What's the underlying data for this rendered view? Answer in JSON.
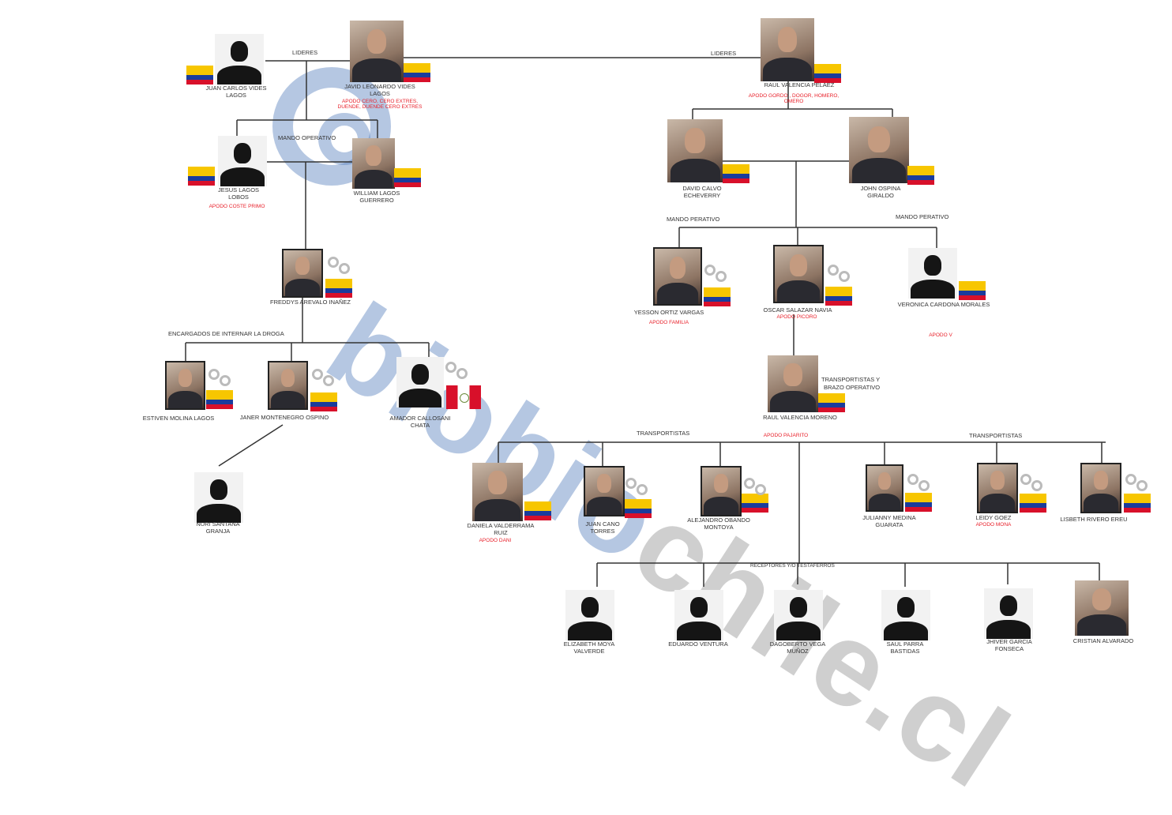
{
  "watermark": {
    "text_a": "biobio",
    "text_b": "chile.cl"
  },
  "group_labels": {
    "lideres_left": "LIDERES",
    "lideres_right": "LIDERES",
    "mando_operativo": "MANDO OPERATIVO",
    "mando_peratvo_left": "MANDO PERATIVO",
    "mando_peratvo_right": "MANDO PERATIVO",
    "encargados": "ENCARGADOS DE INTERNAR LA DROGA",
    "transportistas_brazo_1": "TRANSPORTISTAS Y",
    "transportistas_brazo_2": "BRAZO OPERATIVO",
    "transportistas_left": "TRANSPORTISTAS",
    "transportistas_right": "TRANSPORTISTAS",
    "receptores": "RECEPTORES Y/O TESTAFERROS"
  },
  "colors": {
    "apodo": "#e8202a",
    "flag_colombia": [
      "#f7c600",
      "#1a3c9c",
      "#d8102a"
    ],
    "flag_peru": [
      "#d8102a",
      "#ffffff"
    ]
  },
  "people": [
    {
      "name": "JUAN CARLOS VIDES LAGOS",
      "photo": "silhouette",
      "flag": "colombia",
      "detained": false
    },
    {
      "name": "JAVID LEONARDO VIDES LAGOS",
      "apodo": "APODO CERO, CERO EXTRES, DUENDE, DUENDE CERO EXTRES",
      "photo": "photo",
      "flag": "colombia",
      "detained": false
    },
    {
      "name": "RAUL VALENCIA PELAEZ",
      "apodo": "APODO GORDO , DOGOR, HOMERO, OMERO",
      "photo": "photo",
      "flag": "colombia",
      "detained": false
    },
    {
      "name": "JESUS LAGOS LOBOS",
      "apodo": "APODO COSTE PRIMO",
      "photo": "silhouette",
      "flag": "colombia",
      "detained": false
    },
    {
      "name": "WILLIAM LAGOS GUERRERO",
      "photo": "photo",
      "flag": "colombia",
      "detained": false
    },
    {
      "name": "FREDDYS AREVALO INAÑEZ",
      "photo": "photo",
      "flag": "colombia",
      "detained": true
    },
    {
      "name": "ESTIVEN MOLINA LAGOS",
      "photo": "photo",
      "flag": "colombia",
      "detained": true
    },
    {
      "name": "JANER MONTENEGRO OSPINO",
      "photo": "photo",
      "flag": "colombia",
      "detained": true
    },
    {
      "name": "AMADOR CALLOSANI CHATA",
      "photo": "silhouette",
      "flag": "peru",
      "detained": true
    },
    {
      "name": "NURI SANTANA GRANJA",
      "photo": "silhouette",
      "flag": "",
      "detained": false
    },
    {
      "name": "DAVID CALVO ECHEVERRY",
      "photo": "photo",
      "flag": "colombia",
      "detained": false
    },
    {
      "name": "JOHN OSPINA GIRALDO",
      "photo": "photo",
      "flag": "colombia",
      "detained": false
    },
    {
      "name": "YESSON ORTIZ VARGAS",
      "apodo": "APODO FAMILIA",
      "photo": "photo",
      "flag": "colombia",
      "detained": true
    },
    {
      "name": "OSCAR SALAZAR NAVIA",
      "apodo": "APODO PICORO",
      "photo": "photo",
      "flag": "colombia",
      "detained": true
    },
    {
      "name": "VERONICA CARDONA   MORALES",
      "apodo": "APODO V",
      "photo": "silhouette",
      "flag": "colombia",
      "detained": false
    },
    {
      "name": "RAUL VALENCIA MORENO",
      "apodo": "APODO PAJARITO",
      "photo": "photo",
      "flag": "colombia",
      "detained": false
    },
    {
      "name": "DANIELA VALDERRAMA RUIZ",
      "apodo": "APODO DANI",
      "photo": "photo",
      "flag": "colombia",
      "detained": false
    },
    {
      "name": "JUAN CANO TORRES",
      "photo": "photo",
      "flag": "colombia",
      "detained": true
    },
    {
      "name": "ALEJANDRO OBANDO MONTOYA",
      "photo": "photo",
      "flag": "colombia",
      "detained": true
    },
    {
      "name": "JULIANNY MEDINA GUARATA",
      "photo": "photo",
      "flag": "colombia",
      "detained": true
    },
    {
      "name": "LEIDY GOEZ",
      "apodo": "APODO MONA",
      "photo": "photo",
      "flag": "colombia",
      "detained": true
    },
    {
      "name": "LISBETH RIVERO EREU",
      "photo": "photo",
      "flag": "colombia",
      "detained": true
    },
    {
      "name": "ELIZABETH MOYA VALVERDE",
      "photo": "silhouette",
      "flag": "",
      "detained": false
    },
    {
      "name": "EDUARDO VENTURA",
      "photo": "silhouette",
      "flag": "",
      "detained": false
    },
    {
      "name": "DAGOBERTO VEGA MUÑOZ",
      "photo": "silhouette",
      "flag": "",
      "detained": false
    },
    {
      "name": "SAUL PARRA BASTIDAS",
      "photo": "silhouette",
      "flag": "",
      "detained": false
    },
    {
      "name": "JHIVER GARCIA FONSECA",
      "photo": "silhouette",
      "flag": "",
      "detained": false
    },
    {
      "name": "CRISTIAN ALVARADO",
      "photo": "photo",
      "flag": "",
      "detained": false
    }
  ]
}
